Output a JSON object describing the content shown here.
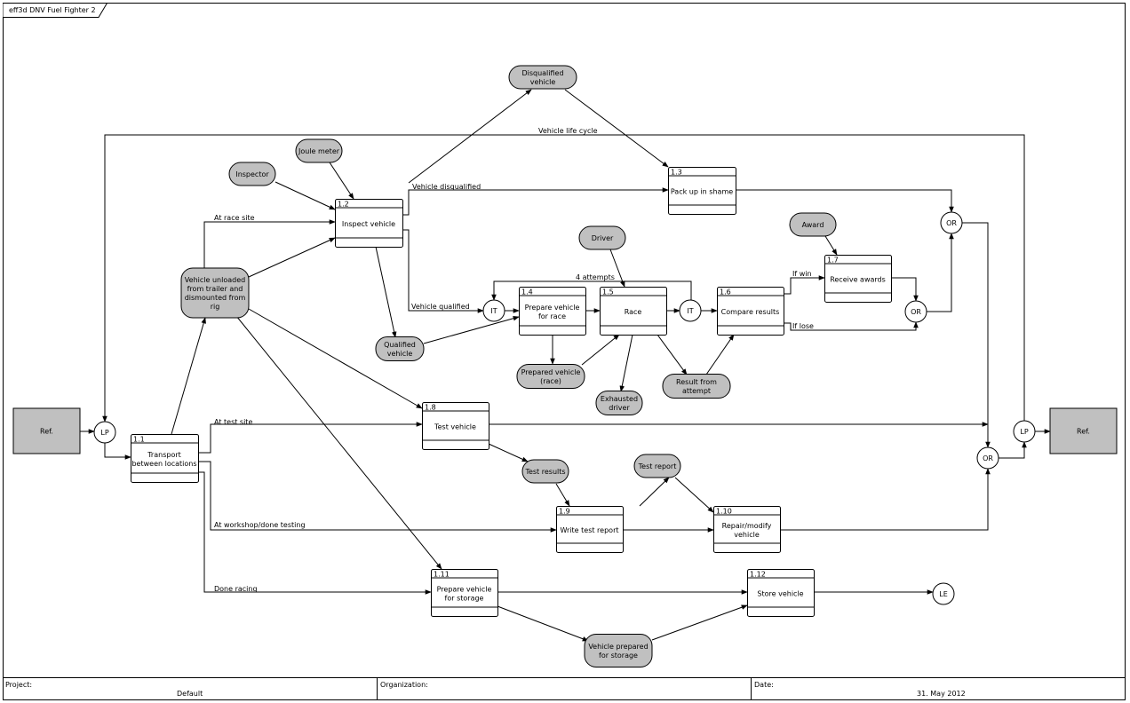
{
  "diagram": {
    "title": "eff3d DNV Fuel Fighter 2",
    "processes": [
      {
        "id": "p1_1",
        "num": "1.1",
        "label": [
          "Transport",
          "between locations"
        ]
      },
      {
        "id": "p1_2",
        "num": "1.2",
        "label": [
          "Inspect vehicle"
        ]
      },
      {
        "id": "p1_3",
        "num": "1.3",
        "label": [
          "Pack up in shame"
        ]
      },
      {
        "id": "p1_4",
        "num": "1.4",
        "label": [
          "Prepare vehicle",
          "for race"
        ]
      },
      {
        "id": "p1_5",
        "num": "1.5",
        "label": [
          "Race"
        ]
      },
      {
        "id": "p1_6",
        "num": "1.6",
        "label": [
          "Compare results"
        ]
      },
      {
        "id": "p1_7",
        "num": "1.7",
        "label": [
          "Receive awards"
        ]
      },
      {
        "id": "p1_8",
        "num": "1.8",
        "label": [
          "Test vehicle"
        ]
      },
      {
        "id": "p1_9",
        "num": "1.9",
        "label": [
          "Write test report"
        ]
      },
      {
        "id": "p1_10",
        "num": "1.10",
        "label": [
          "Repair/modify",
          "vehicle"
        ]
      },
      {
        "id": "p1_11",
        "num": "1.11",
        "label": [
          "Prepare vehicle",
          "for storage"
        ]
      },
      {
        "id": "p1_12",
        "num": "1.12",
        "label": [
          "Store vehicle"
        ]
      }
    ],
    "objects": [
      {
        "id": "o_disq",
        "label": [
          "Disqualified",
          "vehicle"
        ]
      },
      {
        "id": "o_joule",
        "label": [
          "Joule meter"
        ]
      },
      {
        "id": "o_insp",
        "label": [
          "Inspector"
        ]
      },
      {
        "id": "o_unload",
        "label": [
          "Vehicle unloaded",
          "from trailer and",
          "dismounted from",
          "rig"
        ]
      },
      {
        "id": "o_qual",
        "label": [
          "Qualified",
          "vehicle"
        ]
      },
      {
        "id": "o_driver",
        "label": [
          "Driver"
        ]
      },
      {
        "id": "o_award",
        "label": [
          "Award"
        ]
      },
      {
        "id": "o_prep",
        "label": [
          "Prepared vehicle",
          "(race)"
        ]
      },
      {
        "id": "o_exh",
        "label": [
          "Exhausted",
          "driver"
        ]
      },
      {
        "id": "o_result",
        "label": [
          "Result from",
          "attempt"
        ]
      },
      {
        "id": "o_testres",
        "label": [
          "Test results"
        ]
      },
      {
        "id": "o_testrep",
        "label": [
          "Test report"
        ]
      },
      {
        "id": "o_storage",
        "label": [
          "Vehicle prepared",
          "for storage"
        ]
      }
    ],
    "junctions": [
      {
        "id": "j_lp1",
        "label": "LP"
      },
      {
        "id": "j_lp2",
        "label": "LP"
      },
      {
        "id": "j_it1",
        "label": "IT"
      },
      {
        "id": "j_it2",
        "label": "IT"
      },
      {
        "id": "j_or1",
        "label": "OR"
      },
      {
        "id": "j_or2",
        "label": "OR"
      },
      {
        "id": "j_or3",
        "label": "OR"
      },
      {
        "id": "j_le",
        "label": "LE"
      }
    ],
    "refs": [
      {
        "id": "ref_left",
        "label": "Ref."
      },
      {
        "id": "ref_right",
        "label": "Ref."
      }
    ],
    "flow_labels": [
      {
        "id": "fl_life",
        "text": "Vehicle life cycle"
      },
      {
        "id": "fl_race",
        "text": "At race site"
      },
      {
        "id": "fl_disq",
        "text": "Vehicle disqualified"
      },
      {
        "id": "fl_qual",
        "text": "Vehicle qualified"
      },
      {
        "id": "fl_att",
        "text": "4 attempts"
      },
      {
        "id": "fl_win",
        "text": "If win"
      },
      {
        "id": "fl_lose",
        "text": "If lose"
      },
      {
        "id": "fl_test",
        "text": "At test site"
      },
      {
        "id": "fl_shop",
        "text": "At workshop/done testing"
      },
      {
        "id": "fl_done",
        "text": "Done racing"
      }
    ]
  },
  "footer": {
    "project_label": "Project:",
    "project_value": "Default",
    "organization_label": "Organization:",
    "organization_value": "",
    "date_label": "Date:",
    "date_value": "31. May 2012"
  }
}
